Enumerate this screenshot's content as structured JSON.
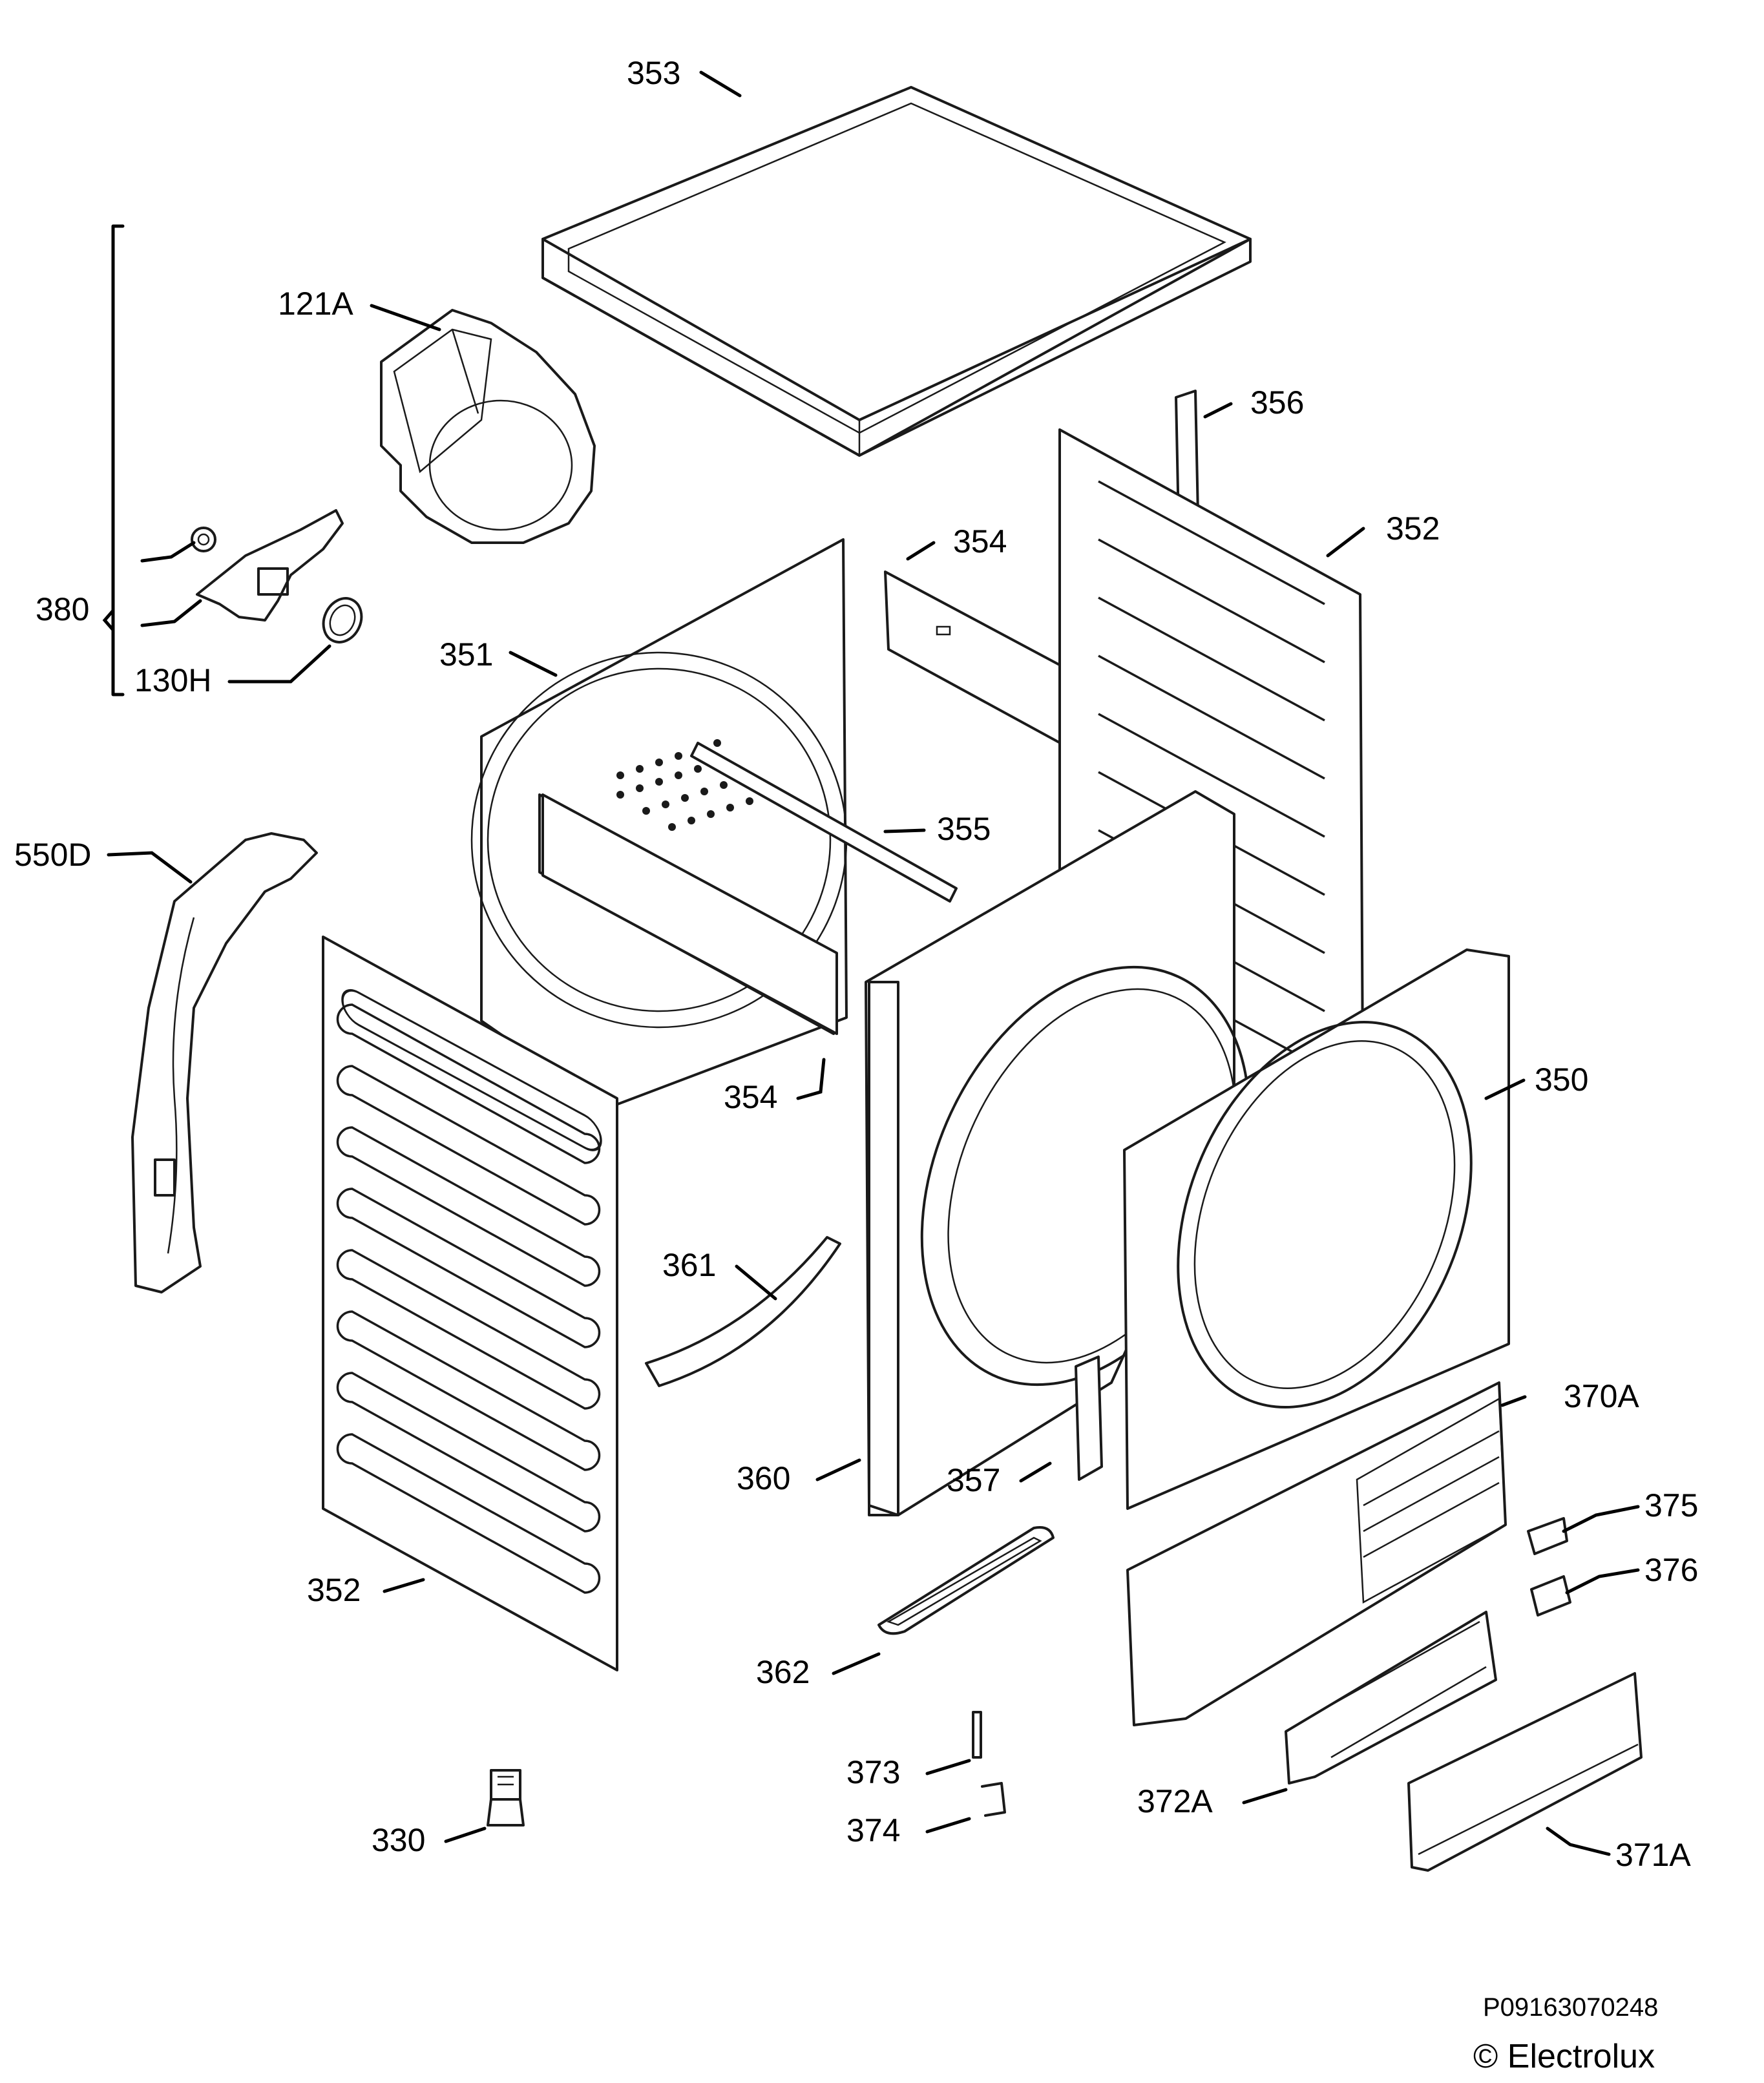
{
  "callouts": {
    "c353": "353",
    "c121A": "121A",
    "c356": "356",
    "c354_top": "354",
    "c352_right": "352",
    "c380": "380",
    "c130H": "130H",
    "c351": "351",
    "c355": "355",
    "c550D": "550D",
    "c350": "350",
    "c354_bottom": "354",
    "c361": "361",
    "c370A": "370A",
    "c375": "375",
    "c376": "376",
    "c360": "360",
    "c357": "357",
    "c352_left": "352",
    "c362": "362",
    "c373": "373",
    "c372A": "372A",
    "c374": "374",
    "c330": "330",
    "c371A": "371A"
  },
  "footer": {
    "code": "P09163070248",
    "copyright": "© Electrolux"
  }
}
